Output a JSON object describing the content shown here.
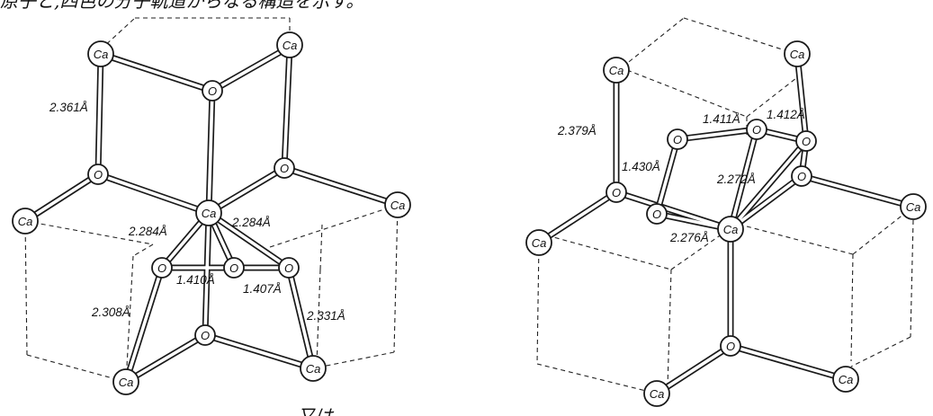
{
  "header_text": "原子と,四色の分子軌道からなる構造を示す。",
  "footer_text": "又は",
  "left_structure": {
    "atom_labels": {
      "ca": "Ca",
      "o": "O"
    },
    "distances": [
      "2.361Å",
      "2.284Å",
      "2.284Å",
      "1.410Å",
      "1.407Å",
      "2.308Å",
      "2.331Å"
    ]
  },
  "right_structure": {
    "atom_labels": {
      "ca": "Ca",
      "o": "O"
    },
    "distances": [
      "2.379Å",
      "1.411Å",
      "1.412Å",
      "1.430Å",
      "2.272Å",
      "2.276Å"
    ]
  }
}
